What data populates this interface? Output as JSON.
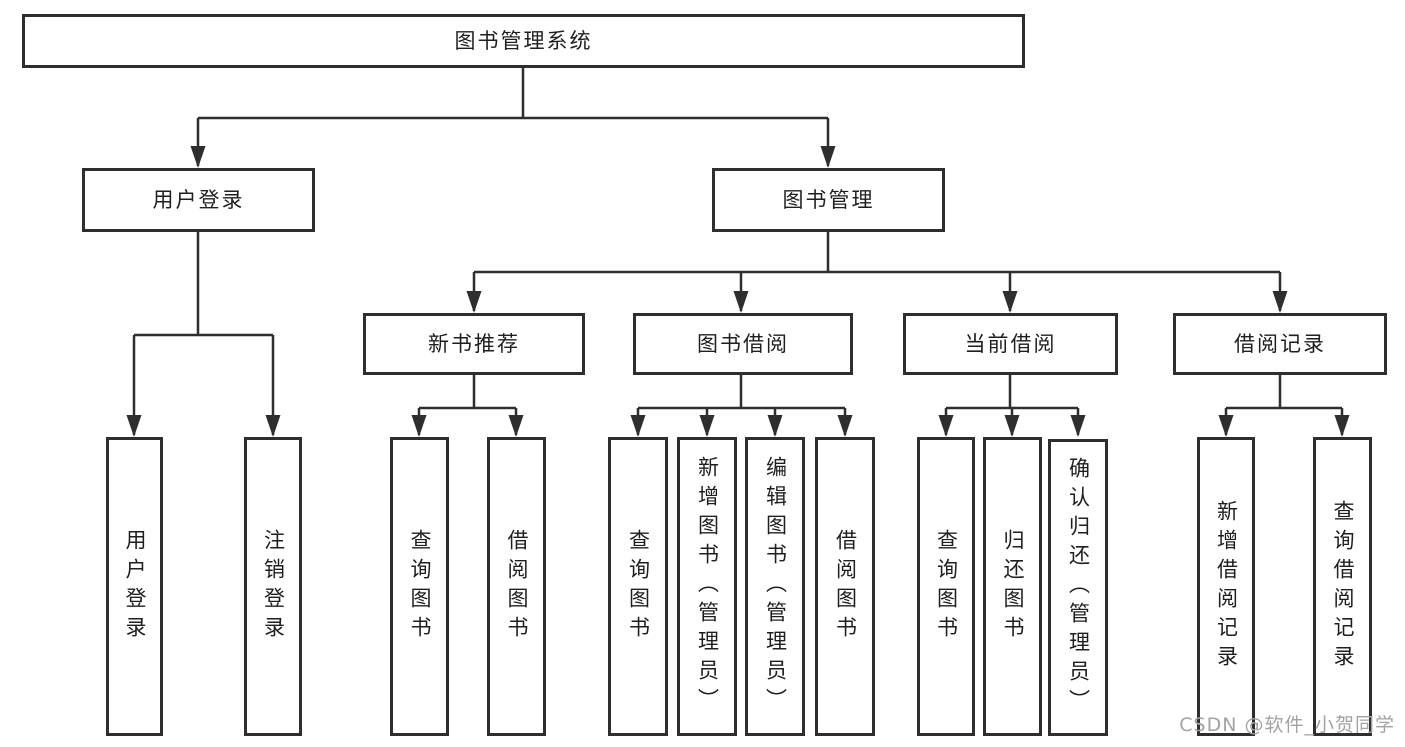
{
  "diagram": {
    "root": "图书管理系统",
    "user_login": {
      "label": "用户登录",
      "children": [
        "用户登录",
        "注销登录"
      ]
    },
    "book_mgmt": {
      "label": "图书管理",
      "sections": [
        {
          "label": "新书推荐",
          "children": [
            "查询图书",
            "借阅图书"
          ]
        },
        {
          "label": "图书借阅",
          "children": [
            "查询图书",
            "新增图书（管理员）",
            "编辑图书（管理员）",
            "借阅图书"
          ]
        },
        {
          "label": "当前借阅",
          "children": [
            "查询图书",
            "归还图书",
            "确认归还（管理员）"
          ]
        },
        {
          "label": "借阅记录",
          "children": [
            "新增借阅记录",
            "查询借阅记录"
          ]
        }
      ]
    }
  },
  "watermark": "CSDN @软件_小贺同学",
  "colors": {
    "line": "#2e2e2e",
    "box_border": "#2e2e2e",
    "text": "#1f1f1f",
    "watermark": "#a3a3a3",
    "background": "#ffffff"
  }
}
